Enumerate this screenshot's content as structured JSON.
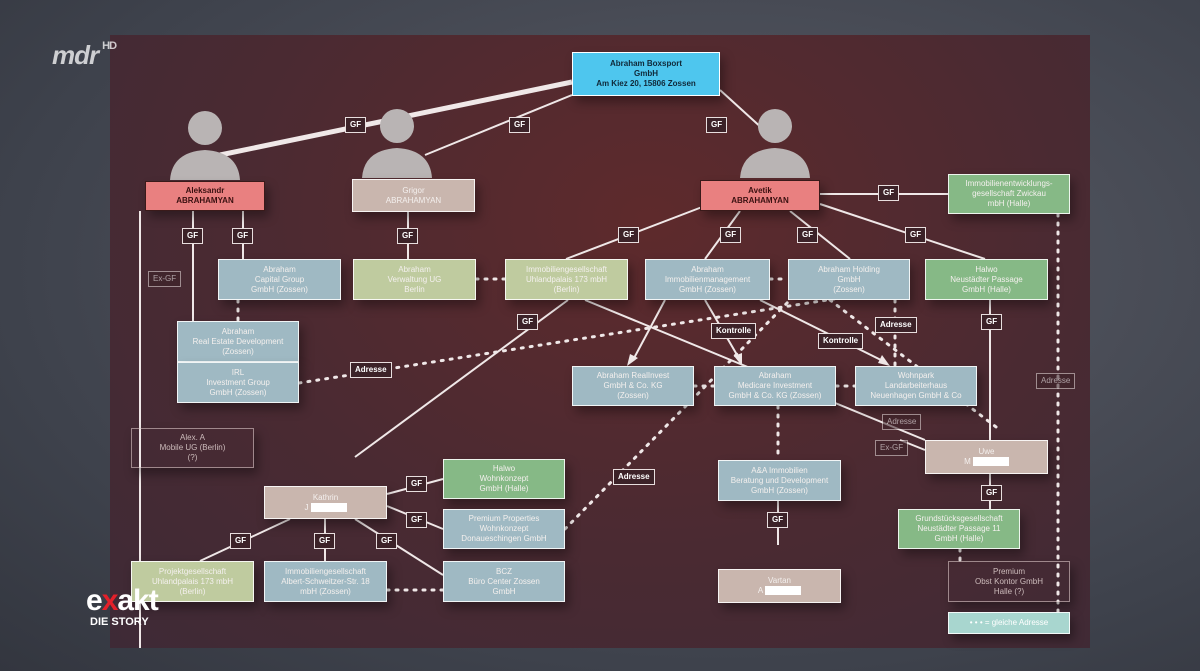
{
  "broadcaster": {
    "logo": "mdr",
    "hd": "HD"
  },
  "show": {
    "logo_prefix": "e",
    "logo_x": "x",
    "logo_rest": "akt",
    "subtitle": "DIE STORY"
  },
  "nodes": [
    {
      "id": "boxsport",
      "style": "cyan",
      "lines": [
        "Abraham Boxsport",
        "GmbH",
        "Am Kiez 20, 15806 Zossen"
      ]
    },
    {
      "id": "aleksandr",
      "style": "red",
      "lines": [
        "Aleksandr",
        "ABRAHAMYAN"
      ]
    },
    {
      "id": "grigor",
      "style": "beige",
      "lines": [
        "Grigor",
        "ABRAHAMYAN"
      ]
    },
    {
      "id": "avetik",
      "style": "red",
      "lines": [
        "Avetik",
        "ABRAHAMYAN"
      ]
    },
    {
      "id": "zwickau",
      "style": "green",
      "lines": [
        "Immobilienentwicklungs-",
        "gesellschaft Zwickau",
        "mbH (Halle)"
      ]
    },
    {
      "id": "capital",
      "style": "blue",
      "lines": [
        "Abraham",
        "Capital Group",
        "GmbH (Zossen)"
      ]
    },
    {
      "id": "verwaltung",
      "style": "olive",
      "lines": [
        "Abraham",
        "Verwaltung UG",
        "Berlin"
      ]
    },
    {
      "id": "uhland",
      "style": "olive",
      "lines": [
        "Immobiliengesellschaft",
        "Uhlandpalais 173 mbH",
        "(Berlin)"
      ]
    },
    {
      "id": "immoman",
      "style": "blue",
      "lines": [
        "Abraham",
        "Immobilienmanagement",
        "GmbH (Zossen)"
      ]
    },
    {
      "id": "holding",
      "style": "blue",
      "lines": [
        "Abraham Holding",
        "GmbH",
        "(Zossen)"
      ]
    },
    {
      "id": "halwo-np",
      "style": "green",
      "lines": [
        "Halwo",
        "Neustädter Passage",
        "GmbH (Halle)"
      ]
    },
    {
      "id": "realestate",
      "style": "blue",
      "lines": [
        "Abraham",
        "Real Estate Development",
        "(Zossen)"
      ]
    },
    {
      "id": "irl",
      "style": "blue",
      "lines": [
        "IRL",
        "Investment Group",
        "GmbH (Zossen)"
      ]
    },
    {
      "id": "realinvest",
      "style": "blue",
      "lines": [
        "Abraham RealInvest",
        "GmbH & Co. KG",
        "(Zossen)"
      ]
    },
    {
      "id": "medicare",
      "style": "blue",
      "lines": [
        "Abraham",
        "Medicare Investment",
        "GmbH & Co. KG (Zossen)"
      ]
    },
    {
      "id": "wohnpark",
      "style": "blue",
      "lines": [
        "Wohnpark",
        "Landarbeiterhaus",
        "Neuenhagen GmbH & Co"
      ]
    },
    {
      "id": "mobile",
      "style": "outline",
      "lines": [
        "Alex. A",
        "Mobile UG (Berlin)",
        "(?)"
      ]
    },
    {
      "id": "kathrin",
      "style": "beige",
      "lines": [
        "Kathrin",
        "J"
      ],
      "redacted": true
    },
    {
      "id": "halwo-wk",
      "style": "green",
      "lines": [
        "Halwo",
        "Wohnkonzept",
        "GmbH (Halle)"
      ]
    },
    {
      "id": "premium-prop",
      "style": "blue",
      "lines": [
        "Premium Properties",
        "Wohnkonzept",
        "Donaueschingen GmbH"
      ]
    },
    {
      "id": "projekt",
      "style": "olive",
      "lines": [
        "Projektgesellschaft",
        "Uhlandpalais 173 mbH",
        "(Berlin)"
      ]
    },
    {
      "id": "albert",
      "style": "blue",
      "lines": [
        "Immobiliengesellschaft",
        "Albert-Schweitzer-Str. 18",
        "mbH (Zossen)"
      ]
    },
    {
      "id": "bcz",
      "style": "blue",
      "lines": [
        "BCZ",
        "Büro Center Zossen",
        "GmbH"
      ]
    },
    {
      "id": "aa",
      "style": "blue",
      "lines": [
        "A&A Immobilien",
        "Beratung und Development",
        "GmbH (Zossen)"
      ]
    },
    {
      "id": "vartan",
      "style": "beige",
      "lines": [
        "Vartan",
        "A"
      ],
      "redacted": true
    },
    {
      "id": "uwe",
      "style": "beige",
      "lines": [
        "Uwe",
        "M"
      ],
      "redacted": true
    },
    {
      "id": "grund",
      "style": "green",
      "lines": [
        "Grundstücksgesellschaft",
        "Neustädter Passage 11",
        "GmbH (Halle)"
      ]
    },
    {
      "id": "obst",
      "style": "outline",
      "lines": [
        "Premium",
        "Obst Kontor GmbH",
        "Halle (?)"
      ]
    },
    {
      "id": "legend",
      "style": "teal",
      "lines": [
        "• • •   = gleiche Adresse"
      ]
    }
  ],
  "tags": [
    {
      "id": "t1",
      "text": "GF"
    },
    {
      "id": "t2",
      "text": "GF"
    },
    {
      "id": "t3",
      "text": "GF"
    },
    {
      "id": "t4",
      "text": "GF"
    },
    {
      "id": "t5",
      "text": "GF"
    },
    {
      "id": "t6",
      "text": "GF"
    },
    {
      "id": "t7",
      "text": "GF"
    },
    {
      "id": "t8",
      "text": "GF"
    },
    {
      "id": "t9",
      "text": "GF"
    },
    {
      "id": "t10",
      "text": "GF"
    },
    {
      "id": "t11",
      "text": "GF"
    },
    {
      "id": "t12",
      "text": "GF"
    },
    {
      "id": "t13",
      "text": "GF"
    },
    {
      "id": "t14",
      "text": "GF"
    },
    {
      "id": "t15",
      "text": "GF"
    },
    {
      "id": "t16",
      "text": "GF"
    },
    {
      "id": "t17",
      "text": "GF"
    },
    {
      "id": "t18",
      "text": "GF"
    },
    {
      "id": "t19",
      "text": "GF"
    },
    {
      "id": "t20",
      "text": "GF"
    },
    {
      "id": "t21",
      "text": "GF"
    },
    {
      "id": "k1",
      "text": "Kontrolle"
    },
    {
      "id": "k2",
      "text": "Kontrolle"
    },
    {
      "id": "a1",
      "text": "Adresse"
    },
    {
      "id": "a2",
      "text": "Adresse"
    },
    {
      "id": "a3",
      "text": "Adresse"
    },
    {
      "id": "a4",
      "text": "Adresse",
      "faded": true
    },
    {
      "id": "a5",
      "text": "Adresse",
      "faded": true
    },
    {
      "id": "e1",
      "text": "Ex-GF",
      "faded": true
    },
    {
      "id": "e2",
      "text": "Ex-GF",
      "faded": true
    }
  ],
  "colors": {
    "red": "#e98080",
    "cyan": "#4ec6ee",
    "beige": "#c9b6ae",
    "blue": "#9fb9c3",
    "olive": "#bfcb9f",
    "green": "#86b986",
    "panel": "#4a2a32"
  }
}
